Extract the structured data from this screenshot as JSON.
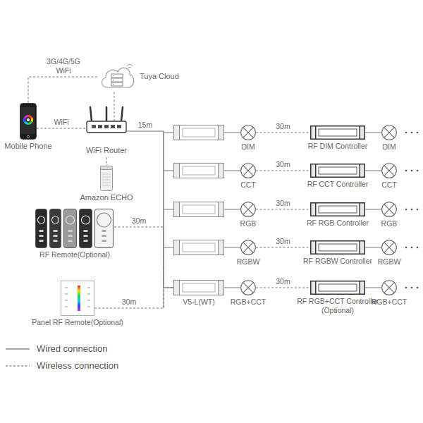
{
  "diagram": {
    "nodes": [
      {
        "text": [
          "Mobile Phone"
        ]
      },
      {
        "text": [
          "Tuya Cloud"
        ]
      },
      {
        "text": [
          "WiFi Router"
        ]
      },
      {
        "text": [
          "Amazon ECHO"
        ]
      },
      {
        "text": [
          "RF Remote(Optional)"
        ]
      },
      {
        "text": [
          "Panel RF Remote(Optional)"
        ]
      },
      {
        "text": [
          "DIM"
        ]
      },
      {
        "text": [
          "RF DIM Controller"
        ]
      },
      {
        "text": [
          "DIM"
        ]
      },
      {
        "text": [
          "CCT"
        ]
      },
      {
        "text": [
          "RF CCT Controller"
        ]
      },
      {
        "text": [
          "CCT"
        ]
      },
      {
        "text": [
          "RGB"
        ]
      },
      {
        "text": [
          "RF RGB Controller"
        ]
      },
      {
        "text": [
          "RGB"
        ]
      },
      {
        "text": [
          "RGBW"
        ]
      },
      {
        "text": [
          "RF RGBW Controller"
        ]
      },
      {
        "text": [
          "RGBW"
        ]
      },
      {
        "text": [
          "V5-L(WT)"
        ]
      },
      {
        "text": [
          "RGB+CCT"
        ]
      },
      {
        "text": [
          "RF RGB+CCT Controller (Optional)"
        ]
      },
      {
        "text": [
          "RGB+CCT"
        ]
      }
    ],
    "edges": [
      {
        "from": 0,
        "to": 1,
        "label": "3G/4G/5G WiFi",
        "arrow": "none"
      },
      {
        "from": 0,
        "to": 2,
        "label": "WiFi",
        "arrow": "none"
      },
      {
        "from": 2,
        "to": 1,
        "arrow": "none"
      },
      {
        "from": 2,
        "to": 3,
        "arrow": "none"
      },
      {
        "from": 2,
        "to": 18,
        "label": "15m",
        "arrow": "none"
      },
      {
        "from": 4,
        "to": 18,
        "label": "30m",
        "arrow": "none"
      },
      {
        "from": 5,
        "to": 18,
        "label": "30m",
        "arrow": "none"
      },
      {
        "from": 6,
        "to": 7,
        "label": "30m",
        "arrow": "none"
      },
      {
        "from": 7,
        "to": 8,
        "arrow": "none"
      },
      {
        "from": 9,
        "to": 10,
        "label": "30m",
        "arrow": "none"
      },
      {
        "from": 10,
        "to": 11,
        "arrow": "none"
      },
      {
        "from": 12,
        "to": 13,
        "label": "30m",
        "arrow": "none"
      },
      {
        "from": 13,
        "to": 14,
        "arrow": "none"
      },
      {
        "from": 15,
        "to": 16,
        "label": "30m",
        "arrow": "none"
      },
      {
        "from": 16,
        "to": 17,
        "arrow": "none"
      },
      {
        "from": 18,
        "to": 19,
        "arrow": "none"
      },
      {
        "from": 19,
        "to": 20,
        "label": "30m",
        "arrow": "none"
      },
      {
        "from": 20,
        "to": 21,
        "arrow": "none"
      }
    ],
    "legend": [
      {
        "text": "Wired connection"
      },
      {
        "text": "Wireless connection"
      }
    ]
  }
}
